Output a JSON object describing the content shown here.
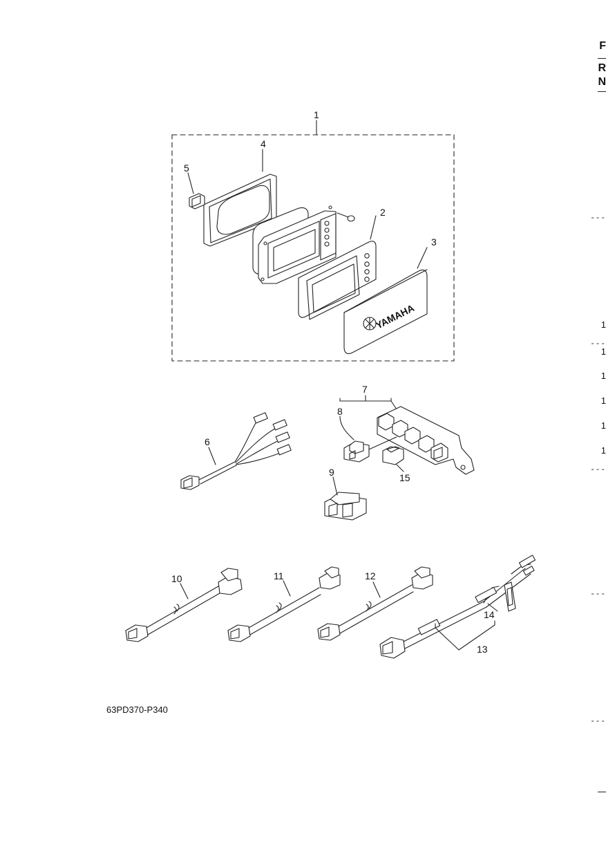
{
  "diagram": {
    "part_code": "63PD370-P340",
    "callouts": [
      "1",
      "2",
      "3",
      "4",
      "5",
      "6",
      "7",
      "8",
      "9",
      "10",
      "11",
      "12",
      "13",
      "14",
      "15"
    ],
    "brand_text": "YAMAHA"
  },
  "edge": {
    "header_letters": [
      "F",
      "R",
      "N"
    ],
    "row_digits": [
      "1",
      "1",
      "1",
      "1",
      "1",
      "1"
    ]
  }
}
